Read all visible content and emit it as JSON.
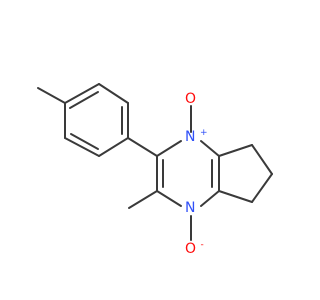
{
  "molecule": {
    "atoms": {
      "n_top": {
        "symbol": "N",
        "charge": "+",
        "color": "#3050f8"
      },
      "n_bottom": {
        "symbol": "N",
        "charge": "",
        "color": "#3050f8"
      },
      "o_top": {
        "symbol": "O",
        "charge": "",
        "color": "#ff0d0d"
      },
      "o_bottom": {
        "symbol": "O",
        "charge": "-",
        "color": "#ff0d0d"
      }
    },
    "bond_color": "#3a3a3a"
  }
}
